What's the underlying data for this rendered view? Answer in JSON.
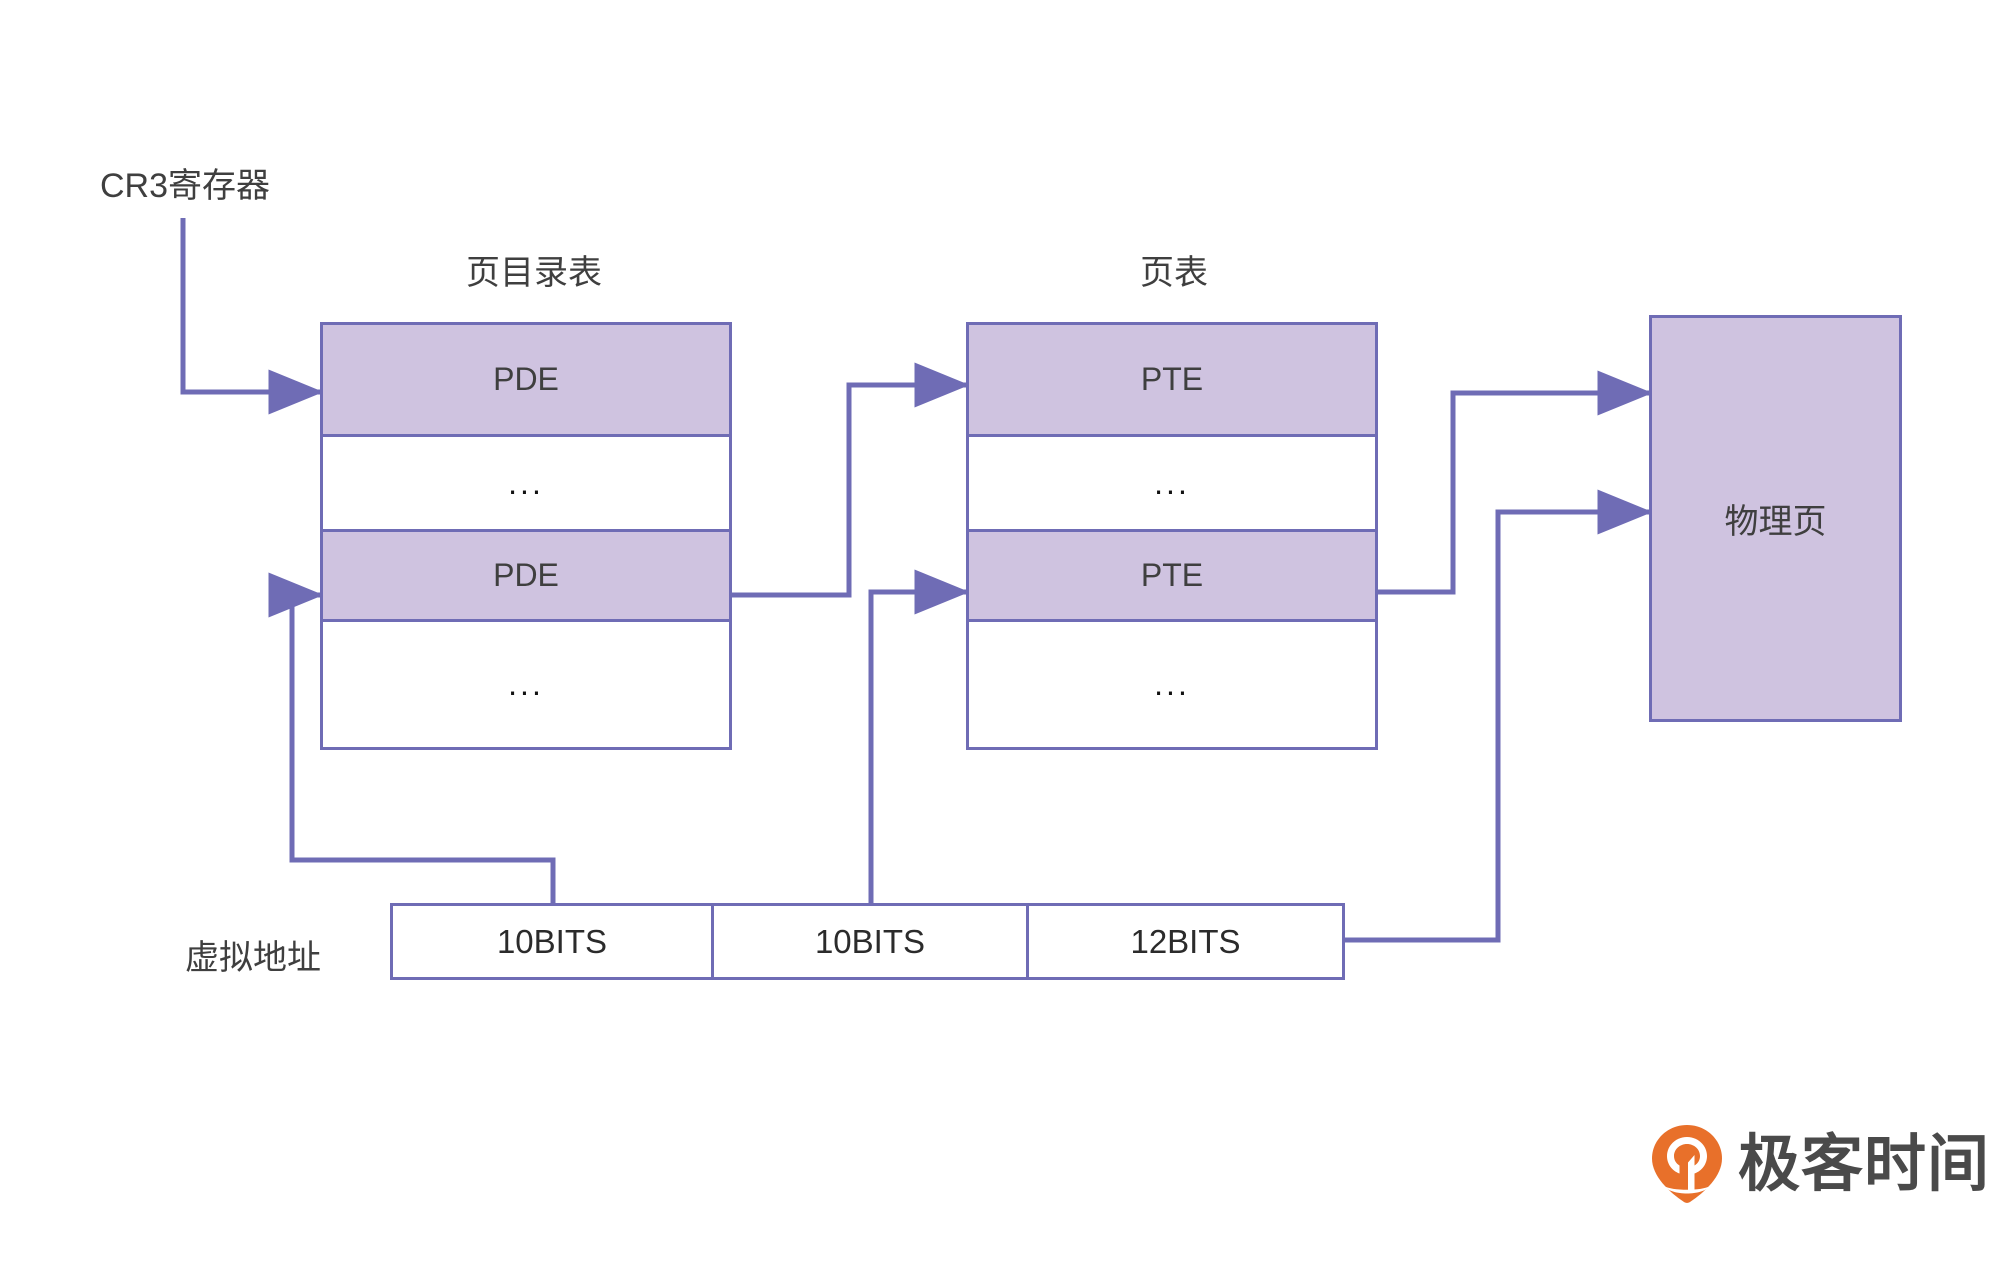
{
  "diagram": {
    "title_cr3": "CR3寄存器",
    "title_page_directory": "页目录表",
    "title_page_table": "页表",
    "label_virtual_address": "虚拟地址",
    "physical_page": "物理页",
    "colors": {
      "stroke": "#6f6cb5",
      "fill": "#cfc3e0",
      "text": "#3f3f3f",
      "background": "#ffffff",
      "logo_orange": "#e8702a"
    }
  },
  "page_directory_table": {
    "rows": [
      {
        "label": "PDE",
        "filled": true
      },
      {
        "label": "...",
        "filled": false
      },
      {
        "label": "PDE",
        "filled": true
      },
      {
        "label": "...",
        "filled": false
      }
    ]
  },
  "page_table": {
    "rows": [
      {
        "label": "PTE",
        "filled": true
      },
      {
        "label": "...",
        "filled": false
      },
      {
        "label": "PTE",
        "filled": true
      },
      {
        "label": "...",
        "filled": false
      }
    ]
  },
  "virtual_address": {
    "fields": [
      {
        "label": "10BITS"
      },
      {
        "label": "10BITS"
      },
      {
        "label": "12BITS"
      }
    ]
  },
  "logo": {
    "text": "极客时间",
    "mark": "geektime-pin-icon"
  }
}
